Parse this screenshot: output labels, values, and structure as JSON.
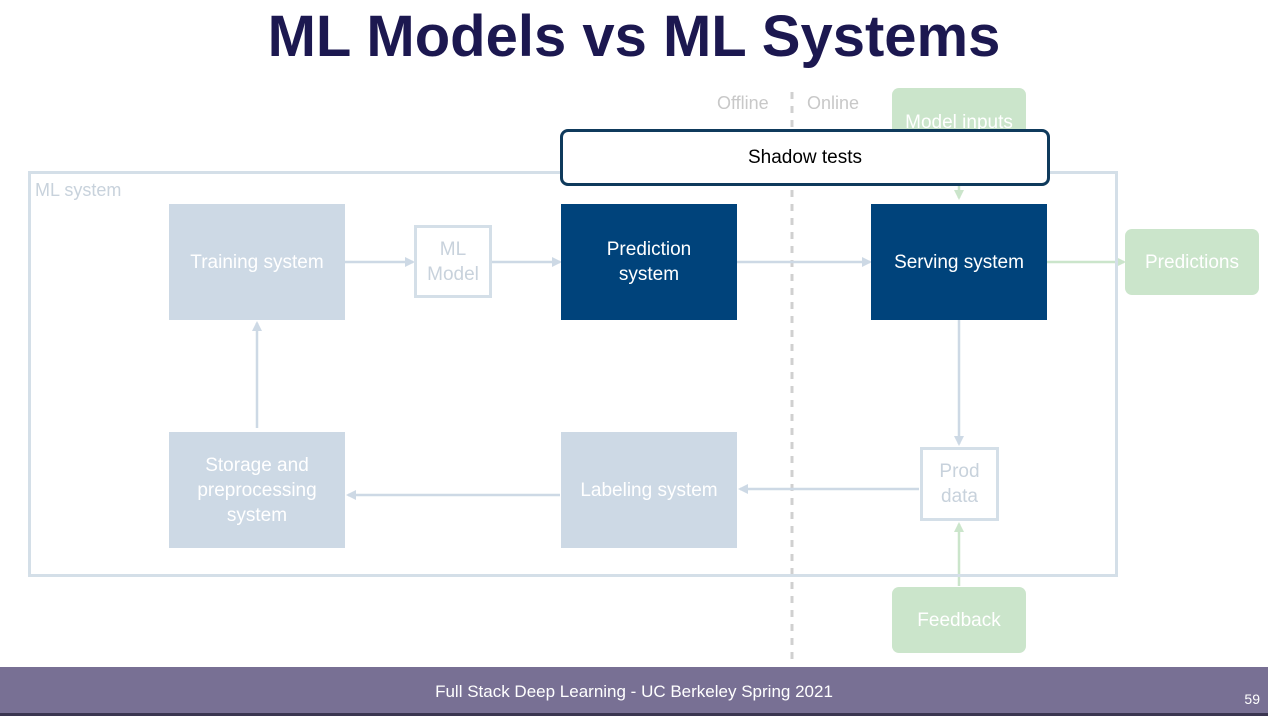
{
  "slide": {
    "title": "ML Models vs ML Systems",
    "footer": "Full Stack Deep Learning - UC Berkeley Spring 2021",
    "page_number": "59"
  },
  "diagram": {
    "offline_label": "Offline",
    "online_label": "Online",
    "system_label": "ML system",
    "highlight": "Shadow tests",
    "nodes": {
      "model_inputs": "Model inputs",
      "training_system": "Training system",
      "ml_model": "ML Model",
      "prediction_system": "Prediction system",
      "serving_system": "Serving system",
      "predictions": "Predictions",
      "storage_system": "Storage and preprocessing system",
      "labeling_system": "Labeling system",
      "prod_data": "Prod data",
      "feedback": "Feedback"
    },
    "colors": {
      "highlighted_block": "#00437b",
      "faded_block": "#cdd9e5",
      "external_block": "#cbe5cb",
      "title": "#1c1850",
      "footer_bar": "#787094"
    }
  }
}
